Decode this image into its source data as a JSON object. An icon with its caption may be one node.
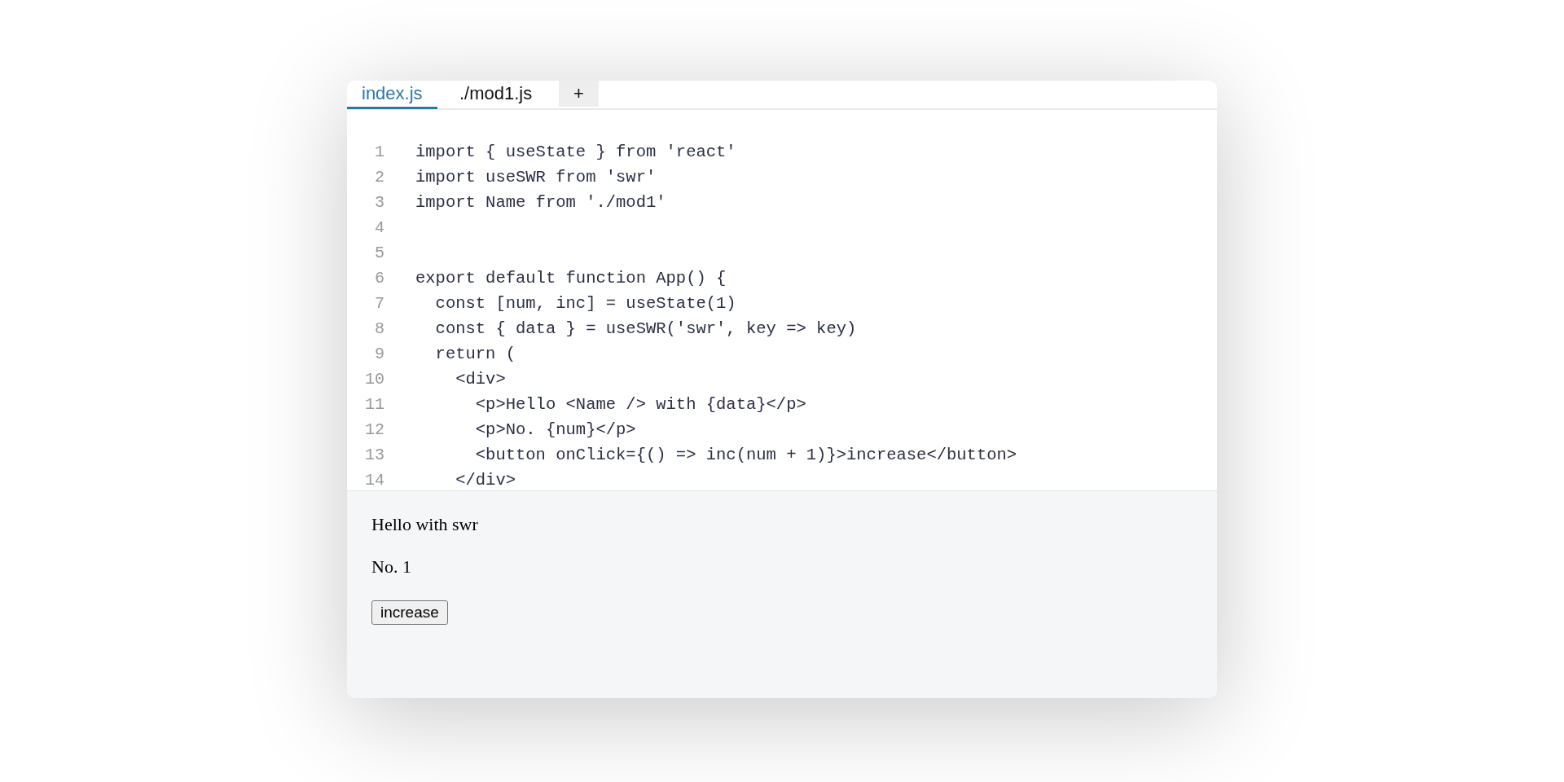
{
  "diagram": {
    "labels": [
      "index.js",
      "./mod1.js",
      "+",
      "1",
      "import { useState } from 'react'",
      "2",
      "import useSWR from 'swr'",
      "3",
      "import Name from './mod1'",
      "4",
      "5",
      "6",
      "export default function App() {",
      "7",
      "  const [num, inc] = useState(1)",
      "8",
      "  const { data } = useSWR('swr', key => key)",
      "9",
      "  return (",
      "10",
      "    <div>",
      "11",
      "      <p>Hello <Name /> with {data}</p>",
      "12",
      "      <p>No. {num}</p>",
      "13",
      "      <button onClick={() => inc(num + 1)}>increase</button>",
      "14",
      "    </div>",
      "Hello with swr",
      "No. 1",
      "increase"
    ]
  }
}
